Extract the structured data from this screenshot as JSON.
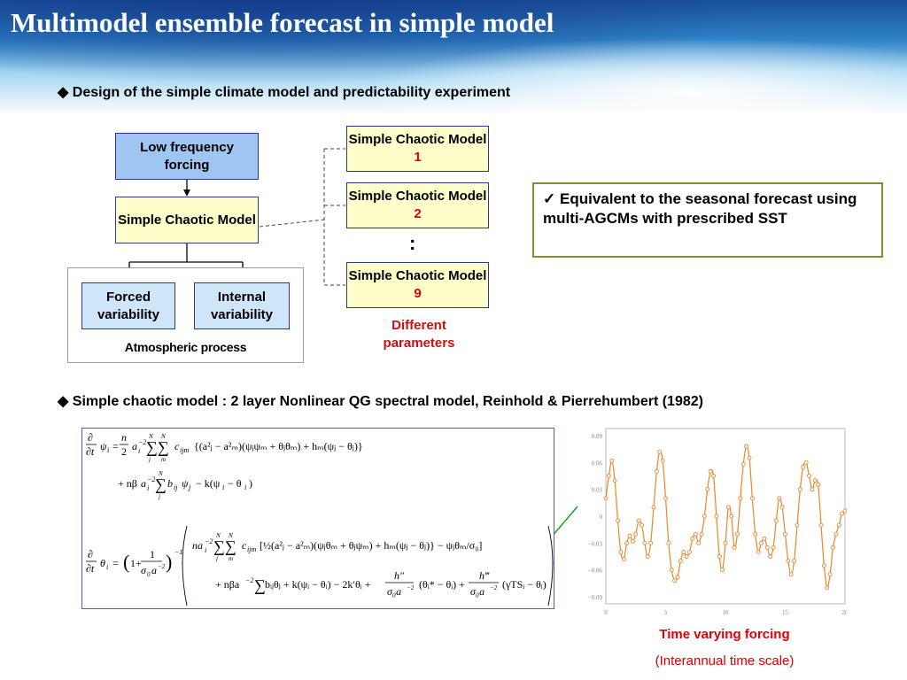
{
  "title": "Multimodel ensemble forecast in simple model",
  "bullets": {
    "design": "Design of the simple climate model and predictability experiment",
    "model": "Simple chaotic model : 2 layer Nonlinear QG spectral model, Reinhold & Pierrehumbert (1982)"
  },
  "diagram": {
    "low_freq": "Low frequency forcing",
    "scm": "Simple Chaotic Model",
    "forced": "Forced variability",
    "internal": "Internal variability",
    "atmospheric": "Atmospheric process",
    "models": [
      {
        "label": "Simple Chaotic Model",
        "num": "1"
      },
      {
        "label": "Simple Chaotic Model",
        "num": "2"
      },
      {
        "label": "Simple Chaotic Model",
        "num": "9"
      }
    ],
    "dots": ":",
    "different_params": "Different parameters"
  },
  "callout": {
    "check": "✓",
    "text": "Equivalent to the seasonal forecast using multi-AGCMs with prescribed SST"
  },
  "forcing": {
    "label": "Time varying forcing",
    "sublabel": "(Interannual time scale)"
  },
  "chart_data": {
    "type": "line",
    "x_ticks": [
      "0",
      "5",
      "10",
      "15",
      "20"
    ],
    "y_ticks": [
      "0.09",
      "0.06",
      "0.03",
      "0",
      "−0.03",
      "−0.06",
      "−0.09"
    ],
    "xlim": [
      0,
      20
    ],
    "ylim": [
      -0.09,
      0.09
    ],
    "grid": false,
    "color": "#e8862a",
    "x": [
      0,
      0.25,
      0.5,
      0.75,
      1,
      1.25,
      1.5,
      1.75,
      2,
      2.25,
      2.5,
      2.75,
      3,
      3.25,
      3.5,
      3.75,
      4,
      4.25,
      4.5,
      4.75,
      5,
      5.25,
      5.5,
      5.75,
      6,
      6.25,
      6.5,
      6.75,
      7,
      7.25,
      7.5,
      7.75,
      8,
      8.25,
      8.5,
      8.75,
      9,
      9.25,
      9.5,
      9.75,
      10,
      10.25,
      10.5,
      10.75,
      11,
      11.25,
      11.5,
      11.75,
      12,
      12.25,
      12.5,
      12.75,
      13,
      13.25,
      13.5,
      13.75,
      14,
      14.25,
      14.5,
      14.75,
      15,
      15.25,
      15.5,
      15.75,
      16,
      16.25,
      16.5,
      16.75,
      17,
      17.25,
      17.5,
      17.75,
      18,
      18.25,
      18.5,
      18.75,
      19,
      19.25,
      19.5,
      19.75,
      20
    ],
    "y": [
      0.02,
      0.045,
      0.062,
      0.04,
      -0.005,
      -0.04,
      -0.048,
      -0.03,
      -0.022,
      -0.028,
      -0.02,
      -0.005,
      -0.01,
      -0.03,
      -0.045,
      -0.03,
      0.01,
      0.05,
      0.072,
      0.062,
      0.02,
      -0.03,
      -0.06,
      -0.072,
      -0.068,
      -0.05,
      -0.04,
      -0.045,
      -0.04,
      -0.025,
      -0.02,
      -0.03,
      -0.02,
      0.0,
      0.03,
      0.05,
      0.045,
      0.0,
      -0.045,
      -0.06,
      -0.03,
      0.01,
      0.0,
      -0.035,
      -0.02,
      0.02,
      0.058,
      0.078,
      0.065,
      0.02,
      -0.02,
      -0.04,
      -0.03,
      -0.025,
      -0.035,
      -0.045,
      -0.035,
      -0.005,
      0.02,
      0.01,
      -0.02,
      -0.05,
      -0.065,
      -0.05,
      -0.01,
      0.03,
      0.055,
      0.06,
      0.045,
      0.03,
      0.04,
      0.035,
      -0.01,
      -0.055,
      -0.08,
      -0.065,
      -0.035,
      -0.02,
      -0.01,
      0.003,
      0.006
    ]
  }
}
